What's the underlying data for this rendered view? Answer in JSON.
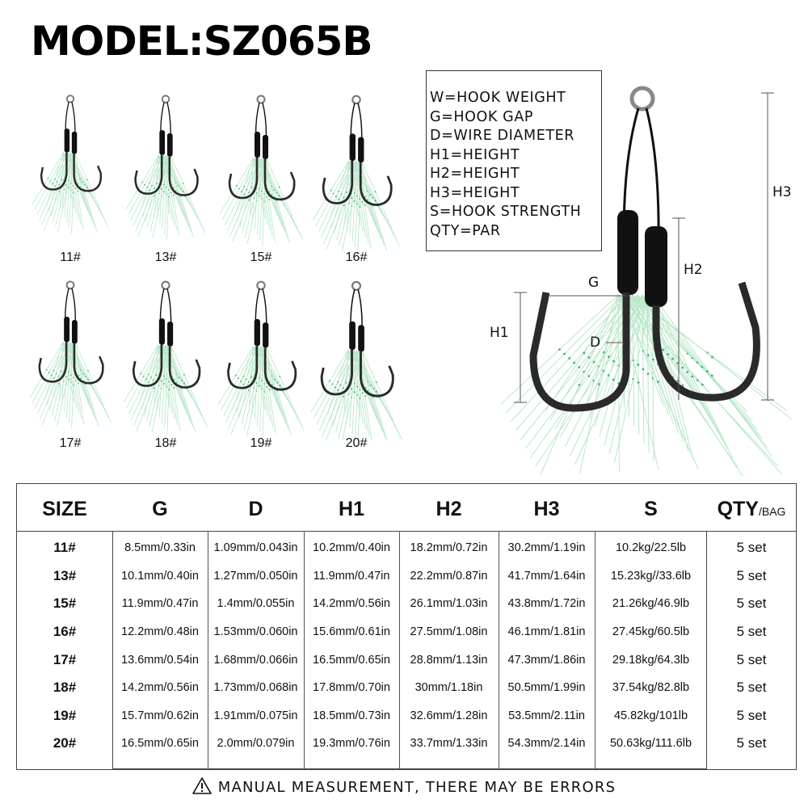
{
  "title": "MODEL:SZ065B",
  "hook_sizes": [
    "11#",
    "13#",
    "15#",
    "16#",
    "17#",
    "18#",
    "19#",
    "20#"
  ],
  "legend": [
    "W=HOOK WEIGHT",
    "G=HOOK GAP",
    "D=WIRE DIAMETER",
    "H1=HEIGHT",
    "H2=HEIGHT",
    "H3=HEIGHT",
    "S=HOOK STRENGTH",
    "QTY=PAR"
  ],
  "diagram_labels": {
    "g": "G",
    "d": "D",
    "h1": "H1",
    "h2": "H2",
    "h3": "H3"
  },
  "table": {
    "headers": {
      "size": "SIZE",
      "g": "G",
      "d": "D",
      "h1": "H1",
      "h2": "H2",
      "h3": "H3",
      "s": "S",
      "qty": "QTY",
      "qty_suffix": "/BAG"
    },
    "rows": [
      {
        "size": "11#",
        "g": "8.5mm/0.33in",
        "d": "1.09mm/0.043in",
        "h1": "10.2mm/0.40in",
        "h2": "18.2mm/0.72in",
        "h3": "30.2mm/1.19in",
        "s": "10.2kg/22.5lb",
        "qty": "5 set"
      },
      {
        "size": "13#",
        "g": "10.1mm/0.40in",
        "d": "1.27mm/0.050in",
        "h1": "11.9mm/0.47in",
        "h2": "22.2mm/0.87in",
        "h3": "41.7mm/1.64in",
        "s": "15.23kg//33.6lb",
        "qty": "5 set"
      },
      {
        "size": "15#",
        "g": "11.9mm/0.47in",
        "d": "1.4mm/0.055in",
        "h1": "14.2mm/0.56in",
        "h2": "26.1mm/1.03in",
        "h3": "43.8mm/1.72in",
        "s": "21.26kg/46.9lb",
        "qty": "5 set"
      },
      {
        "size": "16#",
        "g": "12.2mm/0.48in",
        "d": "1.53mm/0.060in",
        "h1": "15.6mm/0.61in",
        "h2": "27.5mm/1.08in",
        "h3": "46.1mm/1.81in",
        "s": "27.45kg/60.5lb",
        "qty": "5 set"
      },
      {
        "size": "17#",
        "g": "13.6mm/0.54in",
        "d": "1.68mm/0.066in",
        "h1": "16.5mm/0.65in",
        "h2": "28.8mm/1.13in",
        "h3": "47.3mm/1.86in",
        "s": "29.18kg/64.3lb",
        "qty": "5 set"
      },
      {
        "size": "18#",
        "g": "14.2mm/0.56in",
        "d": "1.73mm/0.068in",
        "h1": "17.8mm/0.70in",
        "h2": "30mm/1.18in",
        "h3": "50.5mm/1.99in",
        "s": "37.54kg/82.8lb",
        "qty": "5 set"
      },
      {
        "size": "19#",
        "g": "15.7mm/0.62in",
        "d": "1.91mm/0.075in",
        "h1": "18.5mm/0.73in",
        "h2": "32.6mm/1.28in",
        "h3": "53.5mm/2.11in",
        "s": "45.82kg/101lb",
        "qty": "5 set"
      },
      {
        "size": "20#",
        "g": "16.5mm/0.65in",
        "d": "2.0mm/0.079in",
        "h1": "19.3mm/0.76in",
        "h2": "33.7mm/1.33in",
        "h3": "54.3mm/2.14in",
        "s": "50.63kg/111.6lb",
        "qty": "5 set"
      }
    ]
  },
  "footer": "MANUAL MEASUREMENT, THERE MAY BE ERRORS",
  "colors": {
    "flash": "#b9e6c9",
    "flash_dots": "#3fb26b",
    "hook": "#2a2a2a",
    "wrap": "#111111"
  }
}
